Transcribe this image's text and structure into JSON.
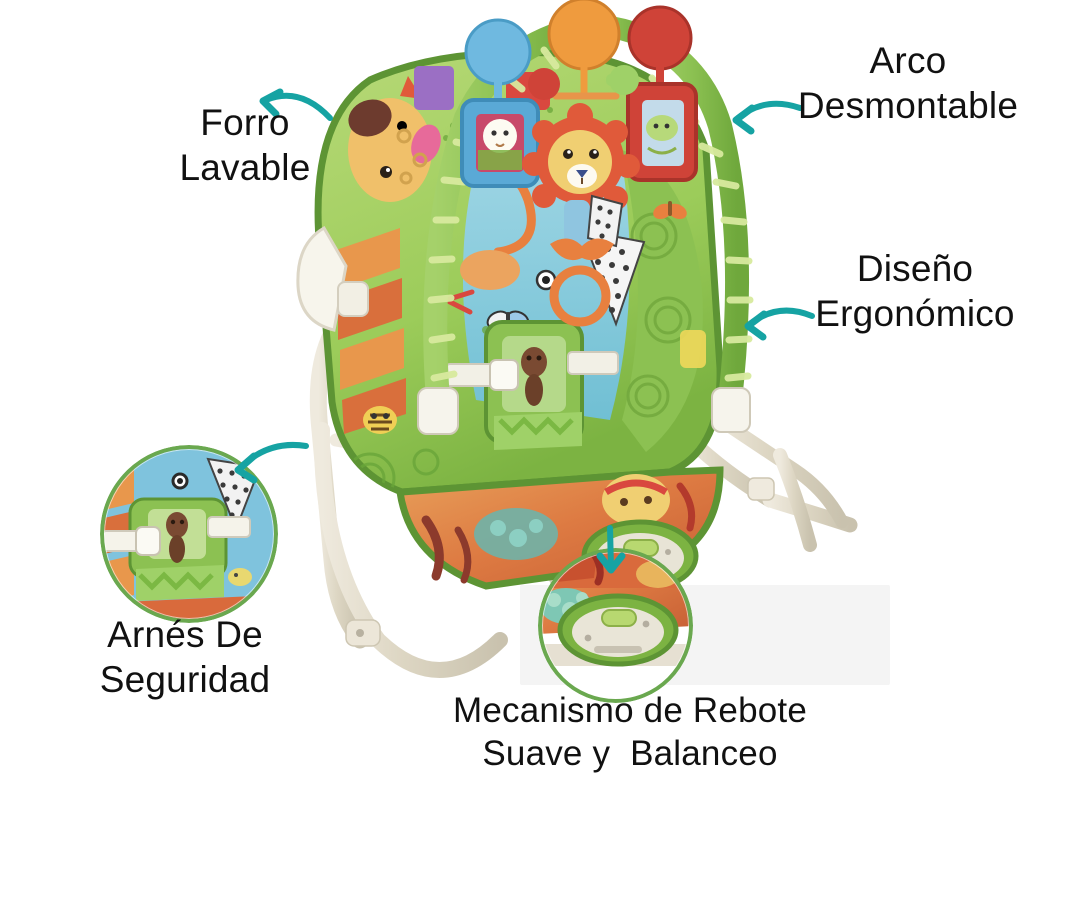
{
  "page": {
    "background": "#ffffff",
    "accent_arrow_color": "#16a3a3",
    "inset_ring_color": "#6aa84f",
    "text_color": "#111111",
    "language": "es"
  },
  "product": {
    "name": "Silla mecedora para bebé",
    "frame_color": "#ddd7c6",
    "seat_primary_color": "#7cb342",
    "seat_accent_color": "#e07b39",
    "toy_arch_color": "#8bc34a"
  },
  "callouts": [
    {
      "id": "forro",
      "label_line_1": "Forro",
      "label_line_2": "Lavable",
      "full_text": "Forro Lavable",
      "side": "left",
      "arrow": "curved-left"
    },
    {
      "id": "arco",
      "label_line_1": "Arco",
      "label_line_2": "Desmontable",
      "full_text": "Arco Desmontable",
      "side": "right",
      "arrow": "curved-left"
    },
    {
      "id": "ergonomico",
      "label_line_1": "Diseño",
      "label_line_2": "Ergonómico",
      "full_text": "Diseño Ergonómico",
      "side": "right",
      "arrow": "curved-left"
    },
    {
      "id": "arnes",
      "label_line_1": "Arnés De",
      "label_line_2": "Seguridad",
      "full_text": "Arnés De Seguridad",
      "side": "left",
      "arrow": "curved-left"
    },
    {
      "id": "rebote",
      "label_line_1": "Mecanismo de Rebote",
      "label_line_2": "Suave y  Balanceo",
      "full_text": "Mecanismo de Rebote Suave y  Balanceo",
      "side": "bottom",
      "arrow": "straight-down"
    }
  ],
  "insets": [
    {
      "id": "harness",
      "depicts": "safety-harness-closeup",
      "ring_color": "#6aa84f"
    },
    {
      "id": "bounce",
      "depicts": "vibration-control-unit-closeup",
      "ring_color": "#6aa84f"
    }
  ]
}
